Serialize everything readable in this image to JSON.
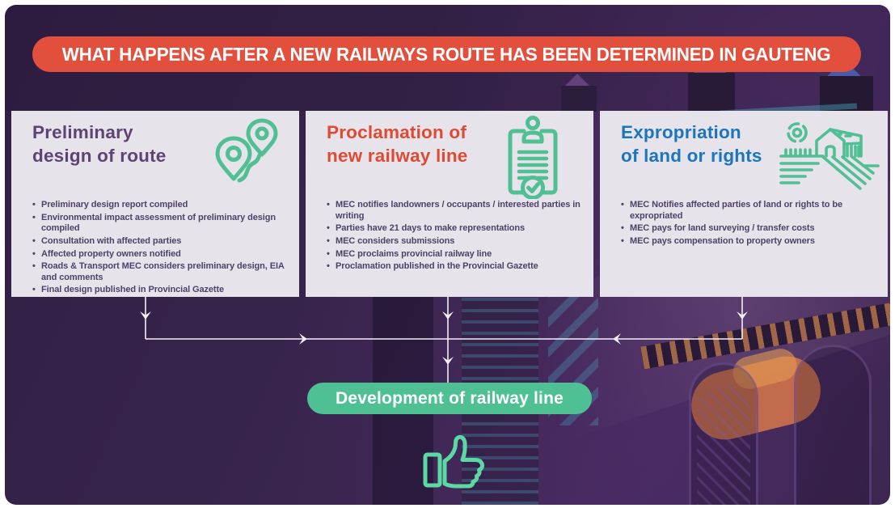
{
  "header": {
    "title": "WHAT HAPPENS AFTER A NEW RAILWAYS ROUTE HAS BEEN DETERMINED IN GAUTENG"
  },
  "cards": [
    {
      "title": "Preliminary design of route",
      "title_lines": [
        "Preliminary",
        "design of route"
      ],
      "title_color": "#5d4473",
      "icon": "route-pins-icon",
      "bullets": [
        "Preliminary design report compiled",
        "Environmental impact assessment of preliminary design compiled",
        "Consultation with  affected parties",
        "Affected property owners notified",
        "Roads & Transport MEC considers preliminary design, EIA and comments",
        "Final design published in Provincial Gazette"
      ]
    },
    {
      "title": "Proclamation of new railway line",
      "title_lines": [
        "Proclamation of",
        "new railway line"
      ],
      "title_color": "#e04a33",
      "icon": "clipboard-check-icon",
      "bullets": [
        "MEC notifies landowners / occupants /  interested parties in writing",
        "Parties have 21 days to make representations",
        "MEC considers submissions",
        "MEC proclaims provincial railway line",
        "Proclamation published in the Provincial Gazette"
      ]
    },
    {
      "title": "Expropriation of land or rights",
      "title_lines": [
        "Expropriation",
        "of land or rights"
      ],
      "title_color": "#1b76bc",
      "icon": "farm-field-icon",
      "bullets": [
        "MEC Notifies affected parties of land or rights to be expropriated",
        "MEC pays for land surveying / transfer costs",
        "MEC pays compensation to property owners"
      ]
    }
  ],
  "outcome": {
    "label": "Development of railway line",
    "icon": "thumbs-up-icon"
  },
  "colors": {
    "background": "#37254c",
    "header_red": "#e2503d",
    "card_bg": "#e6e3ea",
    "bullet_text": "#4e4268",
    "icon_green": "#50bf94",
    "bright_green": "#5bd8a4",
    "pill_green": "#4fbf94",
    "arrow_white": "#f2eff4"
  }
}
